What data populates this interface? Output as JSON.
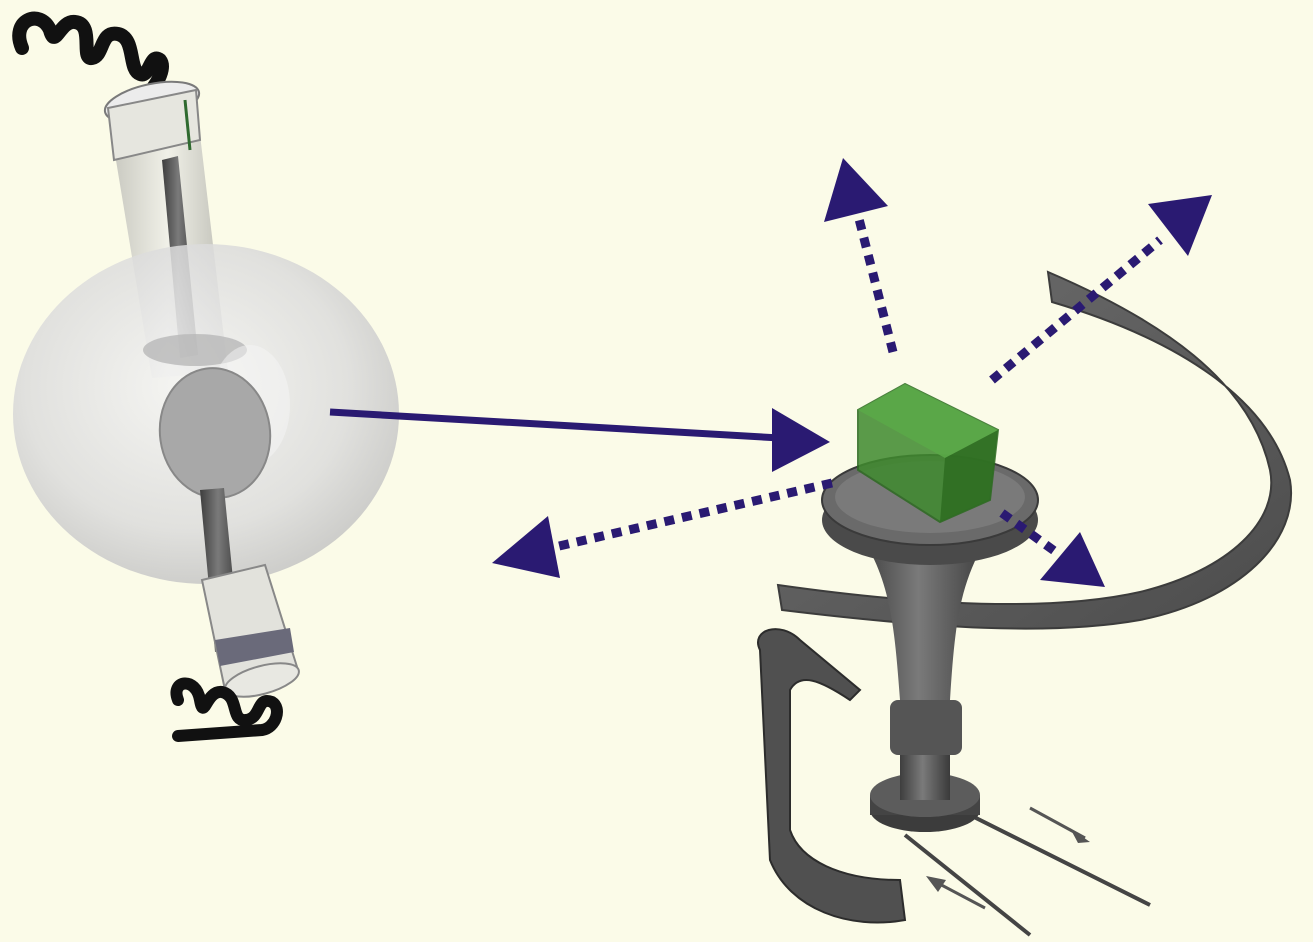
{
  "diagram": {
    "background_color": "#fbfbe8",
    "beam_color": "#2a1a72",
    "crystal_color": "#3f8a2e",
    "metal_color": "#5a5a5a",
    "glass_color": "#d8d8d8",
    "components": [
      {
        "id": "xray-tube",
        "icon": "xray-tube-icon"
      },
      {
        "id": "incident-beam",
        "icon": "solid-arrow"
      },
      {
        "id": "crystal-sample",
        "icon": "crystal-icon"
      },
      {
        "id": "diffracted-beams",
        "icon": "dotted-arrow",
        "count": 4
      },
      {
        "id": "goniometer-head",
        "icon": "goniometer-icon"
      },
      {
        "id": "rotation-indicator",
        "icon": "curved-band"
      },
      {
        "id": "translation-arrows",
        "icon": "small-arrow",
        "count": 2
      }
    ]
  }
}
